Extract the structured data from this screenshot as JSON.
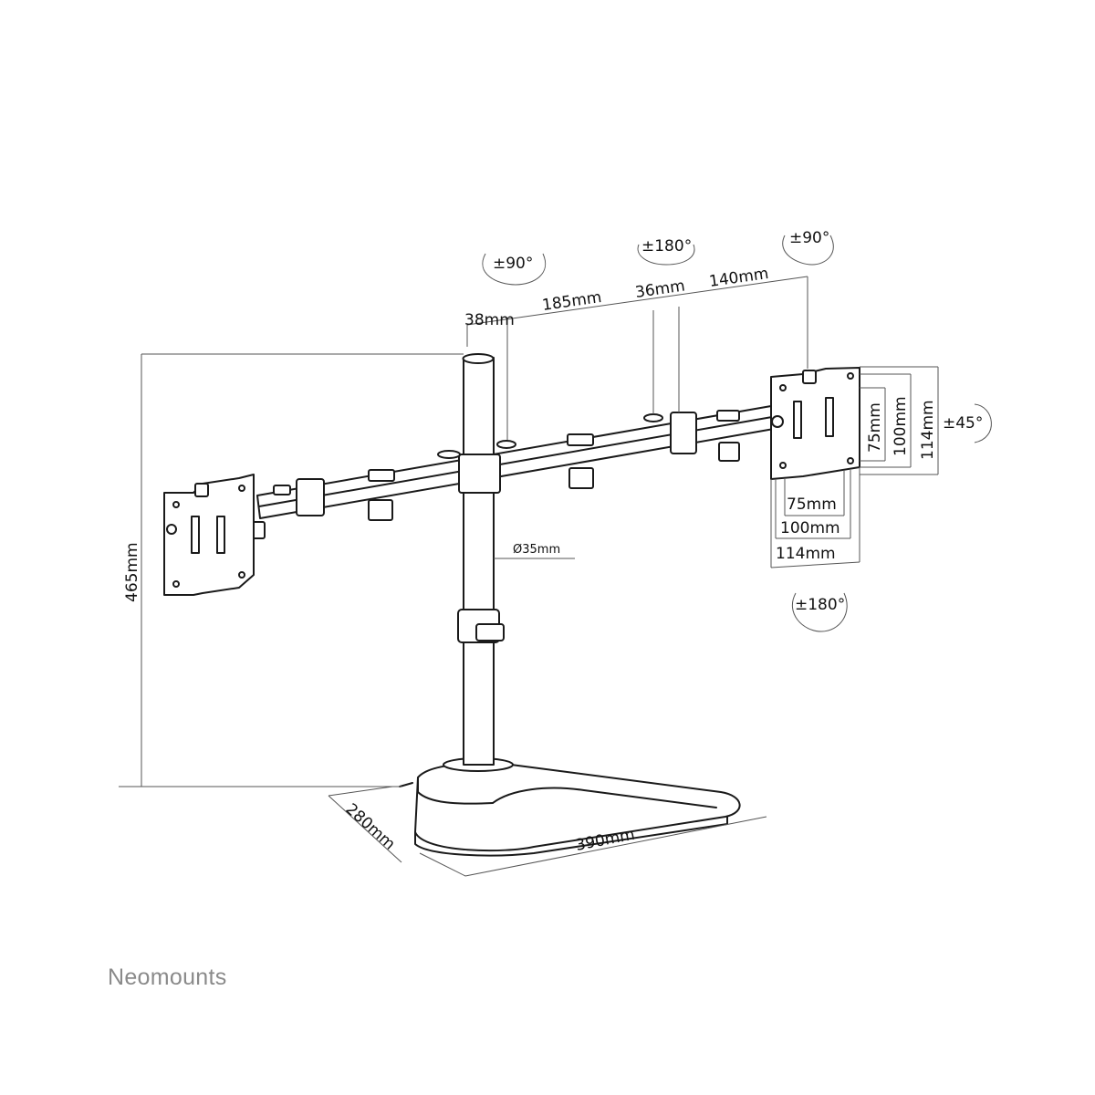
{
  "brand": {
    "name": "Neomounts",
    "color": "#8a8a8a"
  },
  "line_color": "#1a1a1a",
  "dimensions": {
    "total_height": "465mm",
    "base_depth": "280mm",
    "base_width": "390mm",
    "pole_diameter": "Ø35mm",
    "pole_offset": "38mm",
    "arm_segment_1": "185mm",
    "arm_joint": "36mm",
    "arm_segment_2": "140mm"
  },
  "rotations": {
    "tilt_left": "±90°",
    "swivel_middle": "±180°",
    "tilt_right": "±90°",
    "rotate_side": "±45°",
    "rotate_bottom": "±180°"
  },
  "vesa": {
    "horizontal": [
      "75mm",
      "100mm",
      "114mm"
    ],
    "vertical": [
      "75mm",
      "100mm",
      "114mm"
    ]
  }
}
